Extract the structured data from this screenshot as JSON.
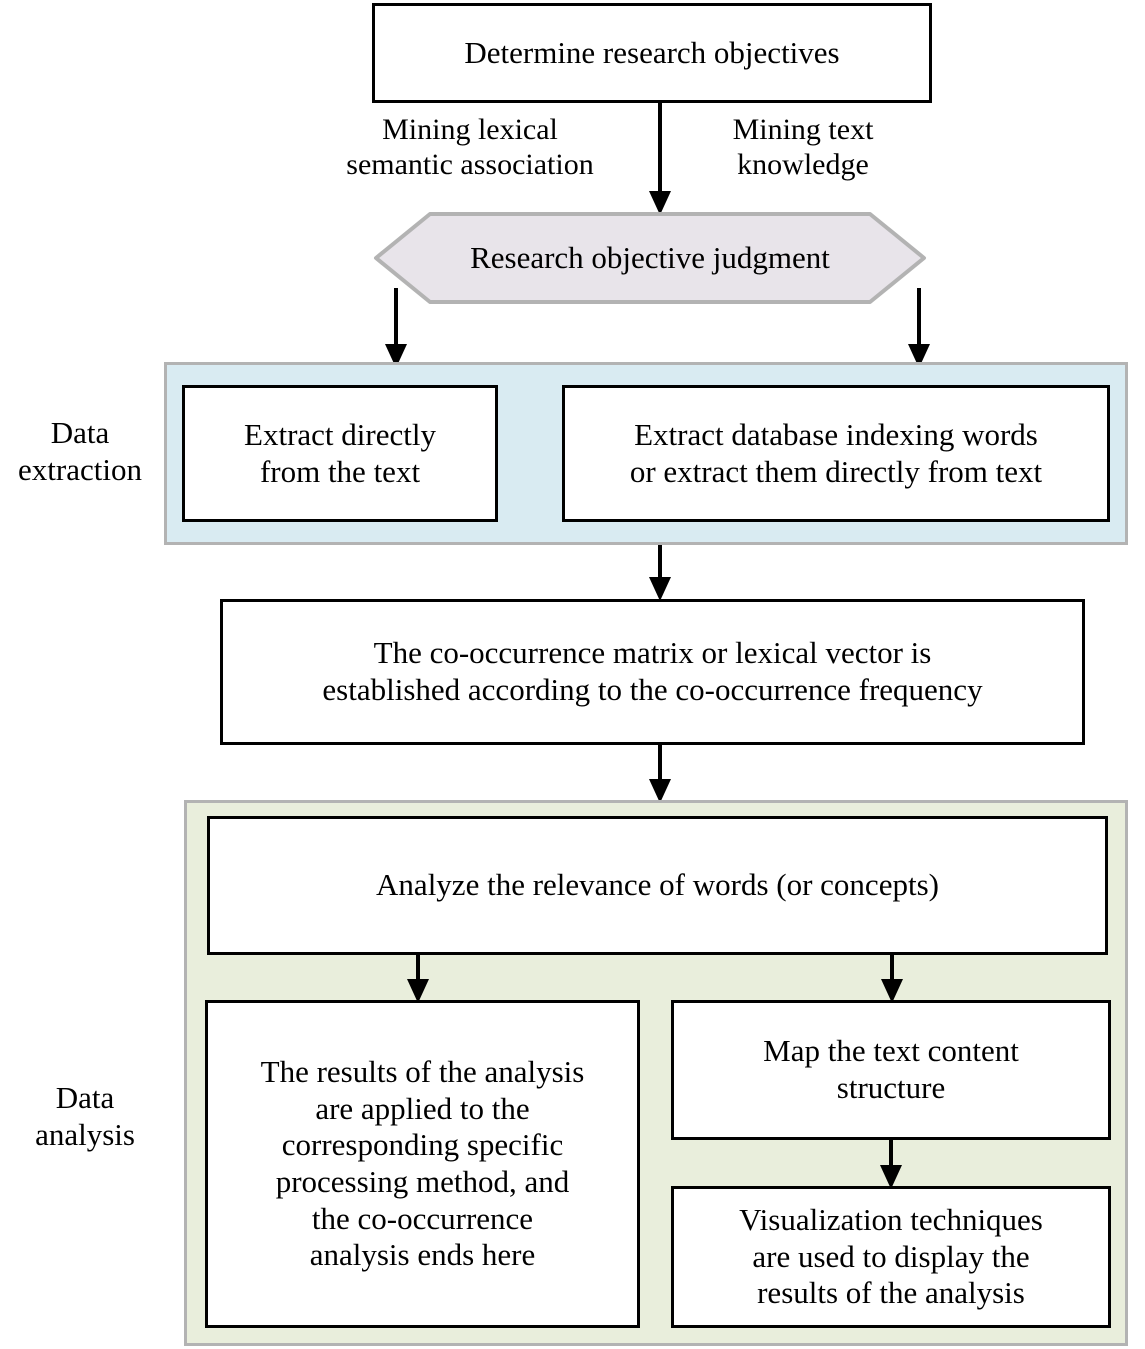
{
  "diagram": {
    "title_node": {
      "label": "Determine research objectives"
    },
    "decision_node": {
      "label": "Research objective judgment"
    },
    "edge_labels": {
      "left": "Mining lexical\nsemantic association",
      "right": "Mining text\nknowledge"
    },
    "sections": [
      {
        "id": "data-extraction",
        "label": "Data\nextraction",
        "fill": "#d9ebf2"
      },
      {
        "id": "data-analysis",
        "label": "Data\nanalysis",
        "fill": "#e9eedc"
      }
    ],
    "nodes": {
      "extract_direct": "Extract directly\nfrom the text",
      "extract_database": "Extract database indexing words\nor extract them directly from text",
      "cooccurrence_matrix": "The co-occurrence matrix or lexical vector is\nestablished according to the co-occurrence frequency",
      "analyze_relevance": "Analyze the relevance of words (or concepts)",
      "results_applied": "The results of the analysis\nare applied to the\ncorresponding specific\nprocessing method, and\nthe co-occurrence\nanalysis ends here",
      "map_structure": "Map the text content\nstructure",
      "visualization": "Visualization techniques\nare used to display the\nresults of the analysis"
    },
    "colors": {
      "node_border": "#000000",
      "group_border": "#b3b3b3",
      "hex_fill": "#e8e4ea",
      "hex_border": "#b3b3b3",
      "arrow": "#000000"
    }
  }
}
